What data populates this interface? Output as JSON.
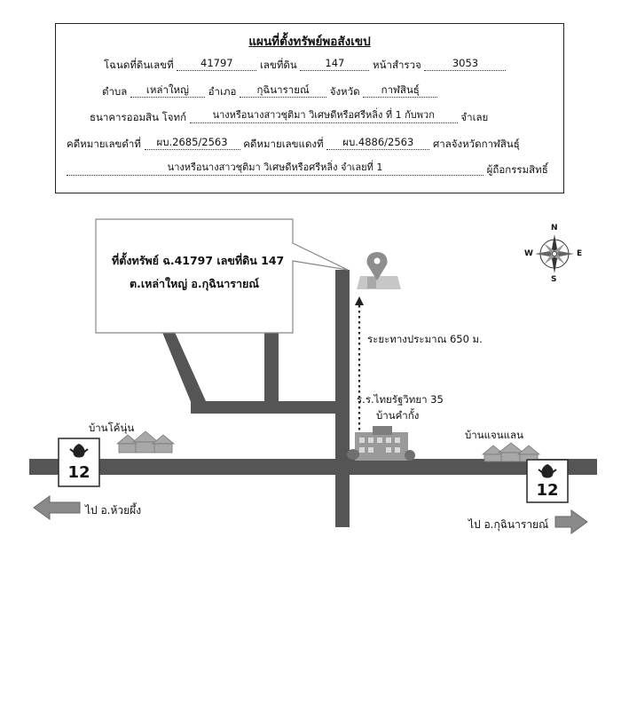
{
  "header": {
    "title": "แผนที่ตั้งทรัพย์พอสังเขป",
    "row1": {
      "deed_label": "โฉนดที่ดินเลขที่",
      "deed_no": "41797",
      "land_label": "เลขที่ดิน",
      "land_no": "147",
      "survey_label": "หน้าสำรวจ",
      "survey_no": "3053"
    },
    "row2": {
      "tambon_label": "ตำบล",
      "tambon": "เหล่าใหญ่",
      "amphoe_label": "อำเภอ",
      "amphoe": "กุฉินารายณ์",
      "province_label": "จังหวัด",
      "province": "กาฬสินธุ์"
    },
    "row3": {
      "plaintiff_label": "ธนาคารออมสิน  โจทก์",
      "defendant": "นางหรือนางสาวชุติมา  วิเศษดีหรือศรีหลิ่ง  ที่ 1 กับพวก",
      "suffix": "จำเลย"
    },
    "row4": {
      "black_label": "คดีหมายเลขดำที่",
      "black_no": "ผบ.2685/2563",
      "red_label": "คดีหมายเลขแดงที่",
      "red_no": "ผบ.4886/2563",
      "court": "ศาลจังหวัดกาฬสินธุ์"
    },
    "row5": {
      "owner": "นางหรือนางสาวชุติมา  วิเศษดีหรือศรีหลิ่ง  จำเลยที่ 1",
      "suffix": "ผู้ถือกรรมสิทธิ์"
    }
  },
  "map": {
    "callout_line1": "ที่ตั้งทรัพย์ ฉ.41797  เลขที่ดิน 147",
    "callout_line2": "ต.เหล่าใหญ่  อ.กุฉินารายณ์",
    "distance": "ระยะทางประมาณ 650  ม.",
    "school": "ร.ร.ไทยรัฐวิทยา 35",
    "village_center": "บ้านคำกั้ง",
    "village_left": "บ้านโค้นุ่น",
    "village_right": "บ้านแจนแลน",
    "highway_no_left": "12",
    "highway_no_right": "12",
    "to_left": "ไป อ.ห้วยผึ้ง",
    "to_right": "ไป อ.กุฉินารายณ์",
    "compass": {
      "n": "N",
      "s": "S",
      "e": "E",
      "w": "W"
    }
  },
  "colors": {
    "road": "#555555",
    "arrow": "#888888",
    "pin": "#8d8d8d"
  }
}
